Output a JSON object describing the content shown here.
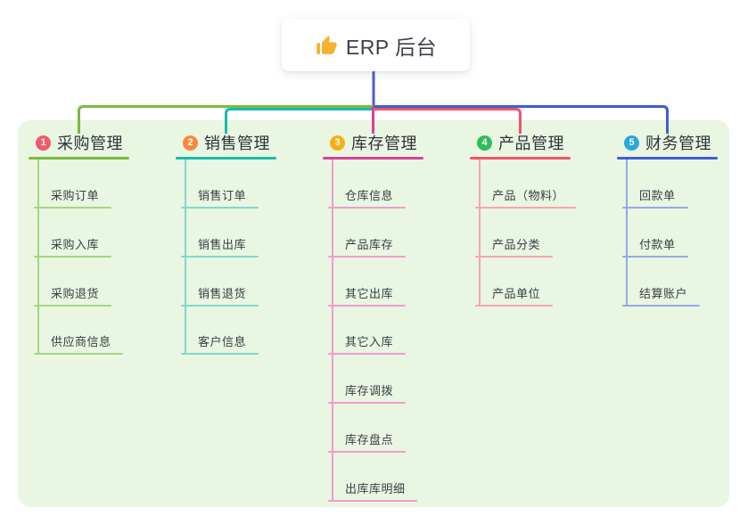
{
  "root": {
    "title": "ERP 后台",
    "icon": "thumbs-up-icon",
    "icon_color": "#f2b430",
    "card_bg": "#ffffff"
  },
  "canvas": {
    "background": "#ffffff",
    "panel_bg": "#e8f6e2",
    "root_stub_color": "#4d5bd0"
  },
  "branches": [
    {
      "badge": "1",
      "label": "采购管理",
      "badge_color": "#f25a68",
      "line_color": "#7cb93f",
      "light_color": "#a6d67f",
      "children": [
        "采购订单",
        "采购入库",
        "采购退货",
        "供应商信息"
      ]
    },
    {
      "badge": "2",
      "label": "销售管理",
      "badge_color": "#f8893d",
      "line_color": "#17bcab",
      "light_color": "#7fd9cd",
      "children": [
        "销售订单",
        "销售出库",
        "销售退货",
        "客户信息"
      ]
    },
    {
      "badge": "3",
      "label": "库存管理",
      "badge_color": "#f8ae17",
      "line_color": "#d6419b",
      "light_color": "#f19ccf",
      "children": [
        "仓库信息",
        "产品库存",
        "其它出库",
        "其它入库",
        "库存调拨",
        "库存盘点",
        "出库库明细"
      ]
    },
    {
      "badge": "4",
      "label": "产品管理",
      "badge_color": "#2fbd58",
      "line_color": "#f4536a",
      "light_color": "#f9a3ae",
      "children": [
        "产品（物料）",
        "产品分类",
        "产品单位"
      ]
    },
    {
      "badge": "5",
      "label": "财务管理",
      "badge_color": "#2aa7e0",
      "line_color": "#3f5ed2",
      "light_color": "#97a8e8",
      "children": [
        "回款单",
        "付款单",
        "结算账户"
      ]
    }
  ]
}
